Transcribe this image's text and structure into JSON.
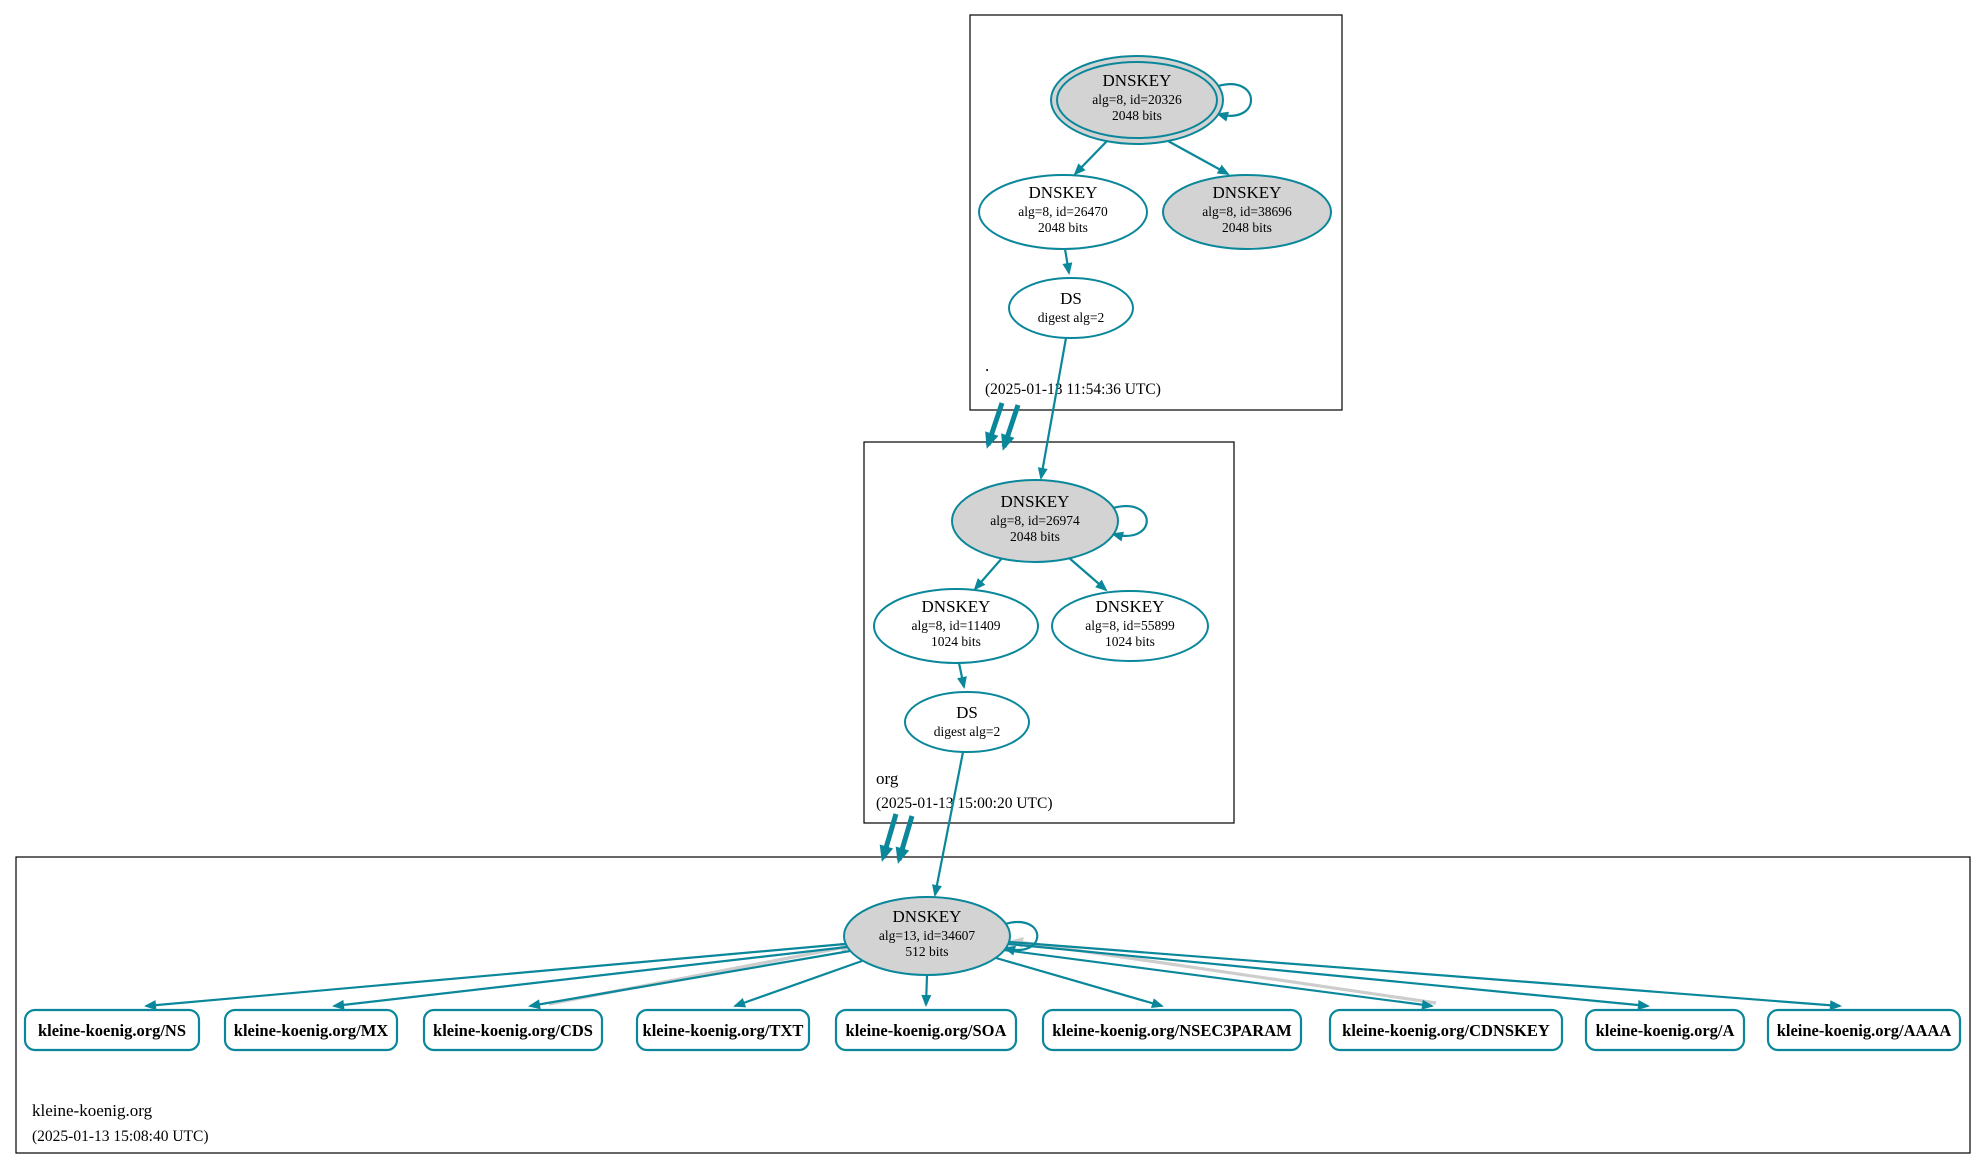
{
  "colors": {
    "secure_edge": "#0a879a",
    "sep_key_fill": "#d3d3d3",
    "node_fill": "#ffffff",
    "reference_edge_gray": "#cdcdcd",
    "box_border": "#000000"
  },
  "zones": [
    {
      "name": ".",
      "timestamp": "(2025-01-13 11:54:36 UTC)",
      "ksk": {
        "title": "DNSKEY",
        "detail": "alg=8, id=20326",
        "bits": "2048 bits"
      },
      "zsk": {
        "title": "DNSKEY",
        "detail": "alg=8, id=26470",
        "bits": "2048 bits"
      },
      "zsk2": {
        "title": "DNSKEY",
        "detail": "alg=8, id=38696",
        "bits": "2048 bits"
      },
      "ds": {
        "title": "DS",
        "detail": "digest alg=2"
      }
    },
    {
      "name": "org",
      "timestamp": "(2025-01-13 15:00:20 UTC)",
      "ksk": {
        "title": "DNSKEY",
        "detail": "alg=8, id=26974",
        "bits": "2048 bits"
      },
      "zsk": {
        "title": "DNSKEY",
        "detail": "alg=8, id=11409",
        "bits": "1024 bits"
      },
      "zsk2": {
        "title": "DNSKEY",
        "detail": "alg=8, id=55899",
        "bits": "1024 bits"
      },
      "ds": {
        "title": "DS",
        "detail": "digest alg=2"
      }
    },
    {
      "name": "kleine-koenig.org",
      "timestamp": "(2025-01-13 15:08:40 UTC)",
      "ksk": {
        "title": "DNSKEY",
        "detail": "alg=13, id=34607",
        "bits": "512 bits"
      },
      "rrsets": [
        {
          "label": "kleine-koenig.org/NS"
        },
        {
          "label": "kleine-koenig.org/MX"
        },
        {
          "label": "kleine-koenig.org/CDS"
        },
        {
          "label": "kleine-koenig.org/TXT"
        },
        {
          "label": "kleine-koenig.org/SOA"
        },
        {
          "label": "kleine-koenig.org/NSEC3PARAM"
        },
        {
          "label": "kleine-koenig.org/CDNSKEY"
        },
        {
          "label": "kleine-koenig.org/A"
        },
        {
          "label": "kleine-koenig.org/AAAA"
        }
      ]
    }
  ]
}
